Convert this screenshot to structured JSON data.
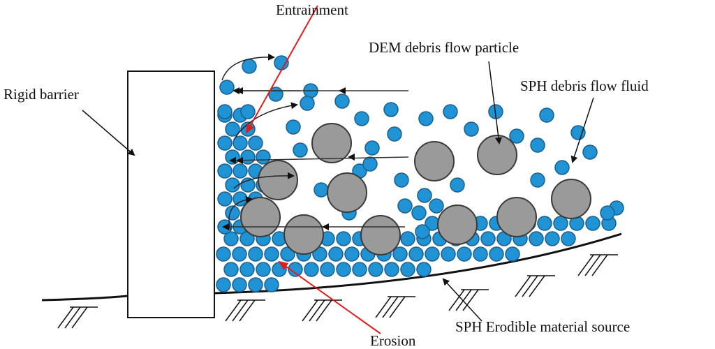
{
  "labels": {
    "entrainment": "Entrainment",
    "dem_particle": "DEM debris flow particle",
    "sph_fluid": "SPH debris flow fluid",
    "rigid_barrier": "Rigid barrier",
    "erodible_source": "SPH Erodible material source",
    "erosion": "Erosion"
  },
  "colors": {
    "sph_particle": "#1f93d4",
    "sph_stroke": "#1b5f8e",
    "dem_particle": "#9a9a9a",
    "dem_stroke": "#3a3a3a",
    "annotation_red": "#e11b1b",
    "line": "#111111"
  }
}
